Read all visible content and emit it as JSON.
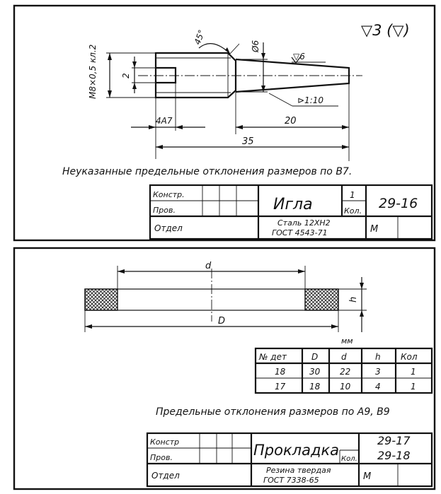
{
  "drawing1": {
    "roughness_general": "▽3 (▽)",
    "roughness_taper": "▽6",
    "dim_thread": "M8×0,5 кл.2",
    "dim_slot": "2",
    "dim_angle": "45°",
    "dim_dia": "Ø6",
    "dim_taper": "⊳1:10",
    "dim_20": "20",
    "dim_35": "35",
    "dim_4a7": "4A7",
    "note": "Неуказанные предельные отклонения размеров по В7.",
    "title_block": {
      "konstr": "Констр.",
      "prov": "Пров.",
      "otdel": "Отдел",
      "name": "Игла",
      "qty": "1",
      "kol": "Кол.",
      "number": "29-16",
      "material_1": "Сталь 12ХН2",
      "material_2": "ГОСТ 4543-71",
      "scale": "М"
    }
  },
  "drawing2": {
    "dim_d": "d",
    "dim_D": "D",
    "dim_h": "h",
    "unit": "мм",
    "table": {
      "headers": [
        "№ дет",
        "D",
        "d",
        "h",
        "Кол"
      ],
      "rows": [
        [
          "18",
          "30",
          "22",
          "3",
          "1"
        ],
        [
          "17",
          "18",
          "10",
          "4",
          "1"
        ]
      ]
    },
    "note": "Предельные отклонения размеров по А9, В9",
    "title_block": {
      "konstr": "Констр",
      "prov": "Пров.",
      "otdel": "Отдел",
      "name": "Прокладка",
      "kol": "Кол.",
      "number_1": "29-17",
      "number_2": "29-18",
      "material_1": "Резина твердая",
      "material_2": "ГОСТ 7338-65",
      "scale": "М"
    }
  }
}
